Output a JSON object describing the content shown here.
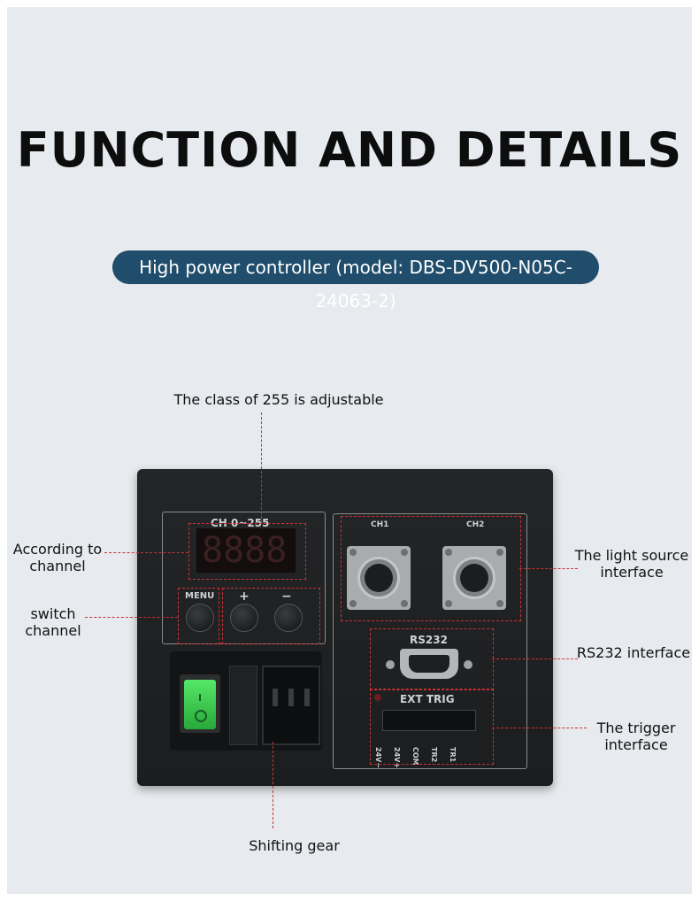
{
  "title": "FUNCTION AND DETAILS",
  "subtitle": "High power controller (model: DBS-DV500-N05C-24063-2)",
  "callouts": {
    "top": "The class of 255 is adjustable",
    "left1": "According to\nchannel",
    "left2": "switch\nchannel",
    "right1": "The light source\ninterface",
    "right2": "RS232 interface",
    "right3": "The trigger\ninterface",
    "bottom": "Shifting gear"
  },
  "panel": {
    "ch_range": "CH  0~255",
    "display": "8888",
    "menu": "MENU",
    "plus": "+",
    "minus": "−",
    "ch1": "CH1",
    "ch2": "CH2",
    "rs232": "RS232",
    "ext_trig": "EXT TRIG",
    "pins": [
      "24V−",
      "24V+",
      "COM",
      "TR2",
      "TR1"
    ]
  },
  "colors": {
    "pill": "#1f4d6b",
    "callout_line": "#cc3333",
    "switch": "#3ccf4e"
  }
}
